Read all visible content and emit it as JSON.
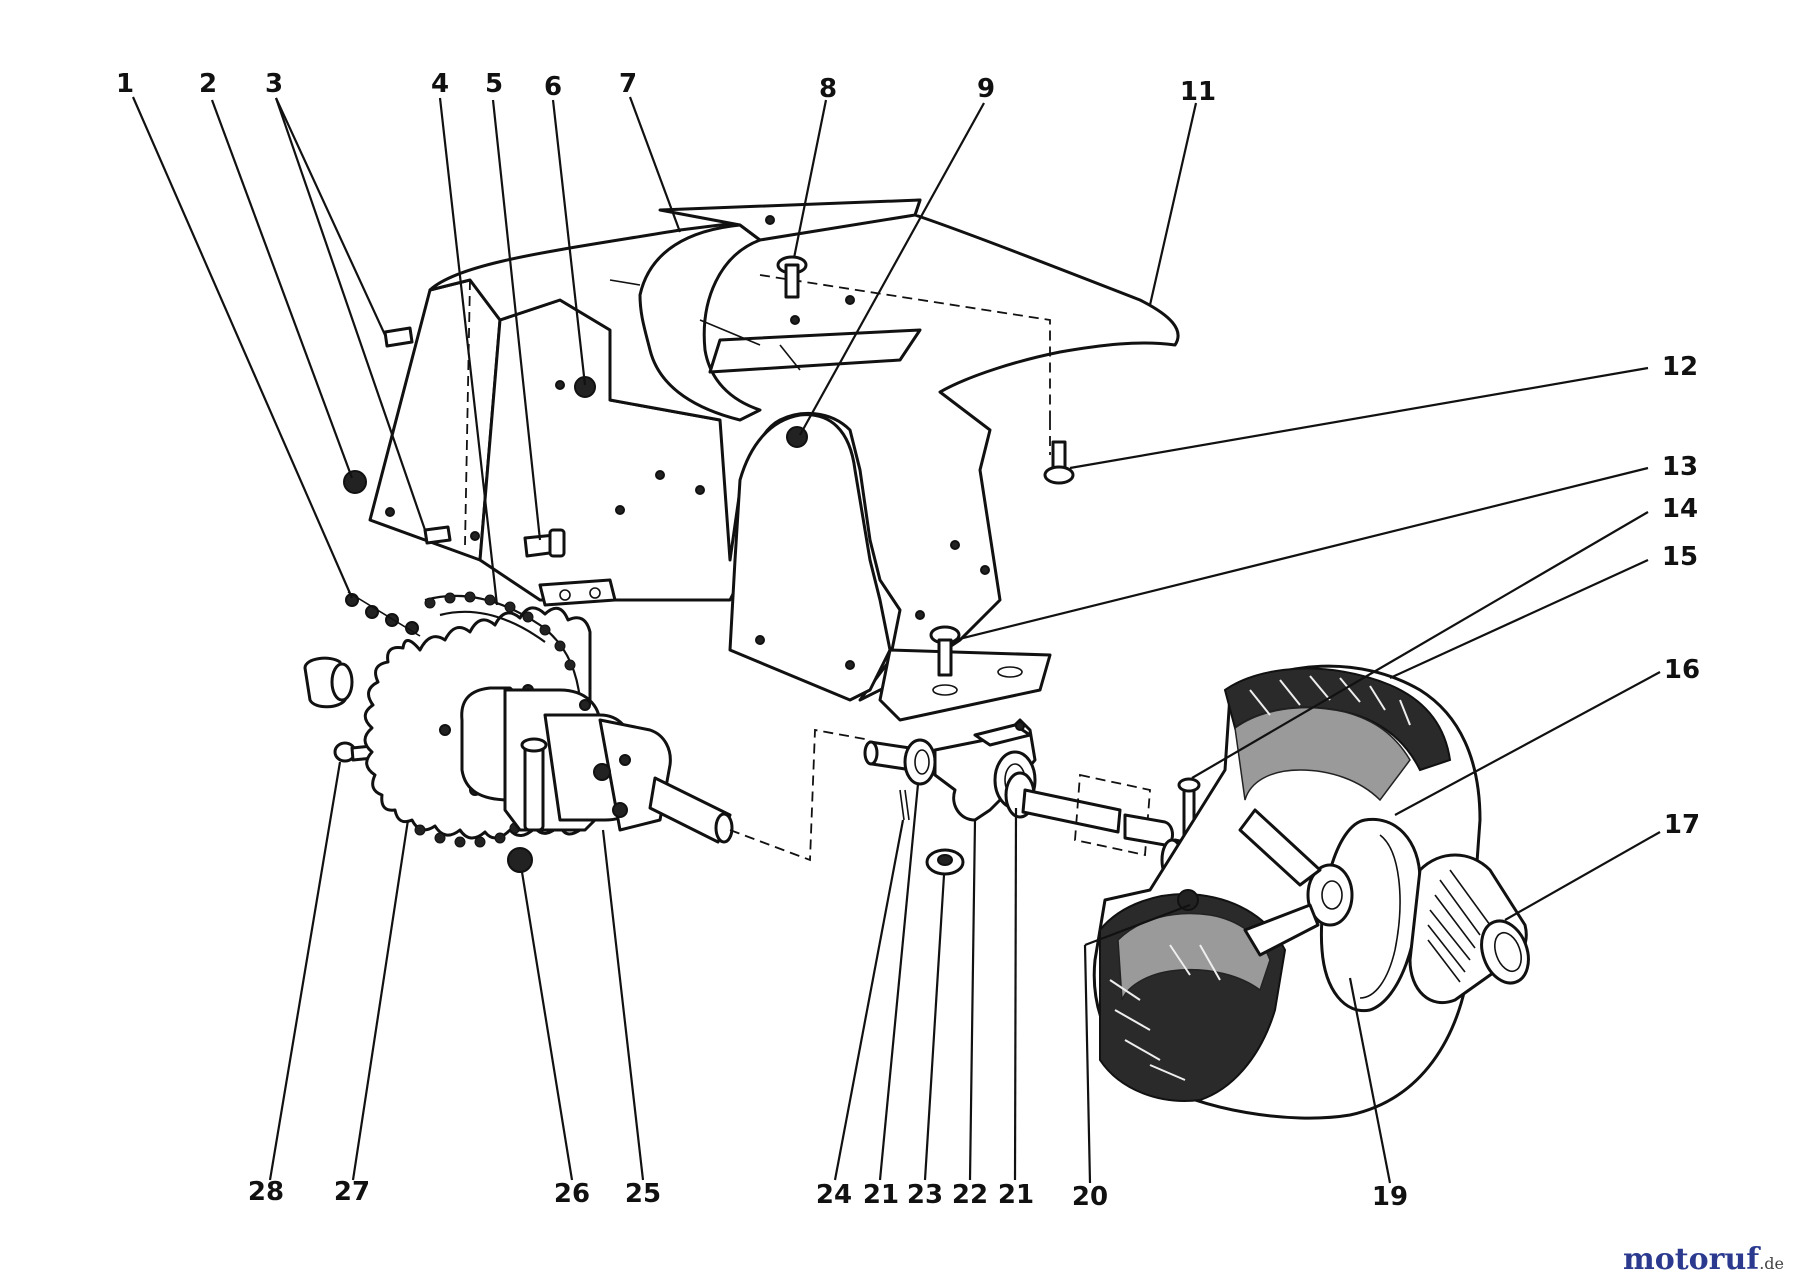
{
  "callouts": [
    {
      "id": "c1",
      "label": "1"
    },
    {
      "id": "c2",
      "label": "2"
    },
    {
      "id": "c3",
      "label": "3"
    },
    {
      "id": "c4",
      "label": "4"
    },
    {
      "id": "c5",
      "label": "5"
    },
    {
      "id": "c6",
      "label": "6"
    },
    {
      "id": "c7",
      "label": "7"
    },
    {
      "id": "c8",
      "label": "8"
    },
    {
      "id": "c9",
      "label": "9"
    },
    {
      "id": "c11",
      "label": "11"
    },
    {
      "id": "c12",
      "label": "12"
    },
    {
      "id": "c13",
      "label": "13"
    },
    {
      "id": "c14",
      "label": "14"
    },
    {
      "id": "c15",
      "label": "15"
    },
    {
      "id": "c16",
      "label": "16"
    },
    {
      "id": "c17",
      "label": "17"
    },
    {
      "id": "c19",
      "label": "19"
    },
    {
      "id": "c20",
      "label": "20"
    },
    {
      "id": "c21a",
      "label": "21"
    },
    {
      "id": "c21b",
      "label": "21"
    },
    {
      "id": "c22",
      "label": "22"
    },
    {
      "id": "c23",
      "label": "23"
    },
    {
      "id": "c24",
      "label": "24"
    },
    {
      "id": "c25",
      "label": "25"
    },
    {
      "id": "c26",
      "label": "26"
    },
    {
      "id": "c27",
      "label": "27"
    },
    {
      "id": "c28",
      "label": "28"
    }
  ],
  "watermark": {
    "main": "motoruf",
    "tld": ".de"
  },
  "colors": {
    "line": "#111111",
    "watermark": "#2b3a8f"
  }
}
